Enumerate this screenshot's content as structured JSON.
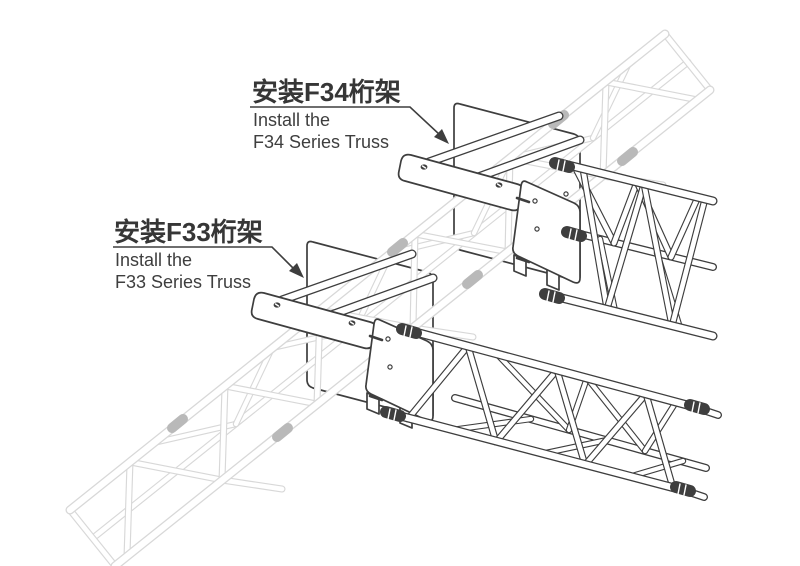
{
  "diagram": {
    "type": "technical-illustration",
    "subject": "truss-corner-bracket-installation",
    "background": "#ffffff",
    "colors": {
      "line": "#3e3e3e",
      "faded_line": "#d8d8d8",
      "faded_coupler": "#b9b9b9",
      "text": "#363636"
    },
    "labels": {
      "f34": {
        "zh": "安装F34桁架",
        "en_line1": "Install the",
        "en_line2": "F34 Series Truss"
      },
      "f33": {
        "zh": "安装F33桁架",
        "en_line1": "Install the",
        "en_line2": "F33 Series Truss"
      }
    },
    "parts": {
      "mast": "faded diagonal lattice mast truss (background)",
      "f34_assembly": "upper clamp bracket with F34 truss",
      "f33_assembly": "lower clamp bracket with F33 truss"
    }
  }
}
